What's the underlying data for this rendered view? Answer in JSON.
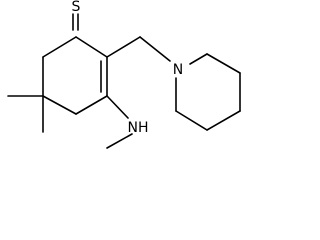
{
  "molecule": {
    "atoms": {
      "sulfur": "S",
      "ring_nitrogen": "N",
      "amine": "NH"
    },
    "colors": {
      "bond": "#000000",
      "label": "#000000",
      "background": "#ffffff"
    }
  }
}
